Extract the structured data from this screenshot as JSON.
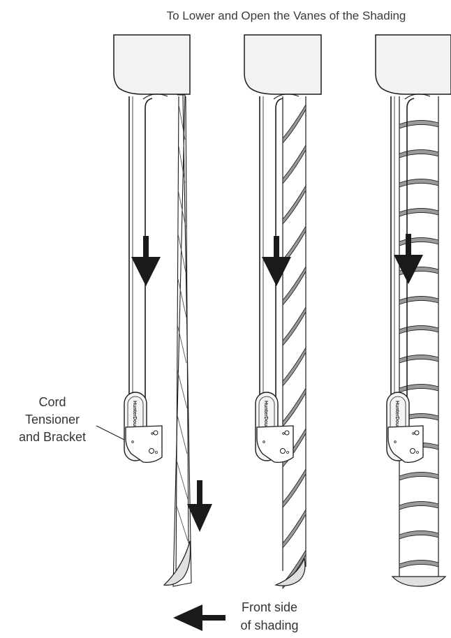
{
  "title": "To Lower and Open the Vanes of the Shading",
  "callouts": {
    "tensioner": [
      "Cord",
      "Tensioner",
      "and Bracket"
    ],
    "front_side": [
      "Front side",
      "of shading"
    ]
  },
  "brand_mark": "HunterDouglas",
  "panels": [
    {
      "id": "closed",
      "vane_state": "closed"
    },
    {
      "id": "partial",
      "vane_state": "partially-open"
    },
    {
      "id": "open",
      "vane_state": "open"
    }
  ],
  "colors": {
    "stroke": "#1a1a1a",
    "headrail_fill": "#f2f2f2",
    "vane_fill": "#9a9a9a",
    "bottom_fill": "#e0e0e0"
  }
}
